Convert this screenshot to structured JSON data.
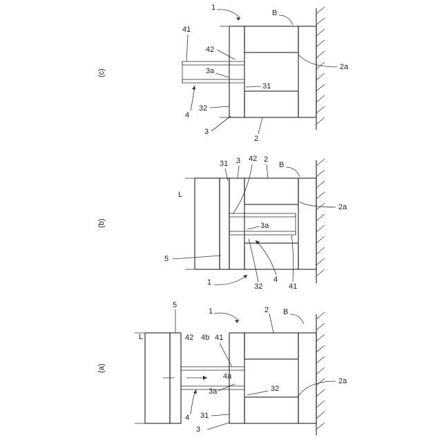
{
  "figures": {
    "a": {
      "caption": "(a)",
      "labels": {
        "l1": "1",
        "l2": "2",
        "lB": "B",
        "l5": "5",
        "lL": "L",
        "l42": "42",
        "l4b": "4b",
        "l41": "41",
        "l4a": "4a",
        "l3a": "3a",
        "l32": "32",
        "l2a": "2a",
        "l4": "4",
        "l31": "31",
        "l3": "3"
      }
    },
    "b": {
      "caption": "(b)",
      "labels": {
        "l31": "31",
        "l3": "3",
        "l42": "42",
        "l2": "2",
        "lB": "B",
        "lL": "L",
        "l3a": "3a",
        "l2a": "2a",
        "l5": "5",
        "l1": "1",
        "l32": "32",
        "l4": "4",
        "l41": "41"
      }
    },
    "c": {
      "caption": "(c)",
      "labels": {
        "l1": "1",
        "lB": "B",
        "l41": "41",
        "l42": "42",
        "l3a": "3a",
        "l31": "31",
        "l2a": "2a",
        "l4": "4",
        "l32": "32",
        "l3": "3",
        "l2": "2"
      }
    }
  }
}
